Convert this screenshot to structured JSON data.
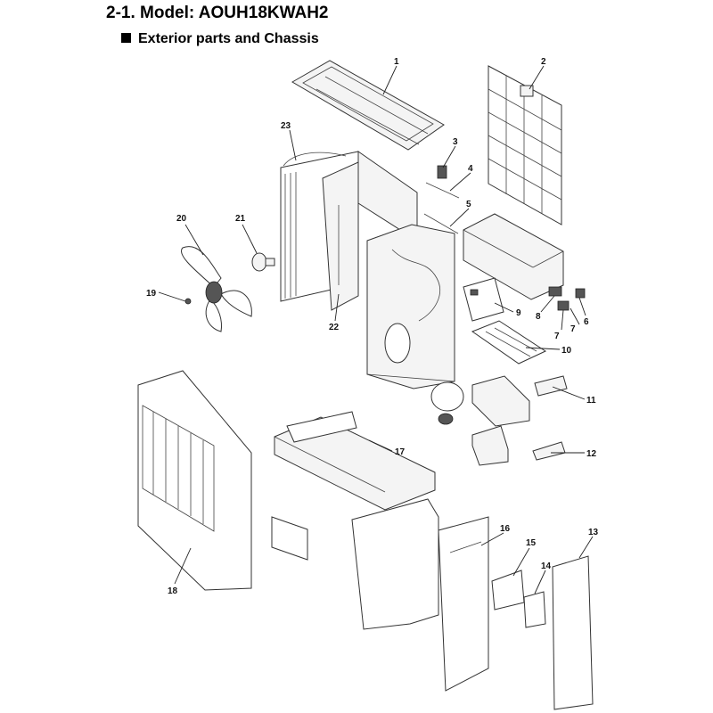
{
  "header": {
    "title": "2-1. Model: AOUH18KWAH2",
    "subtitle": "Exterior parts and Chassis"
  },
  "callouts": [
    "1",
    "2",
    "3",
    "4",
    "5",
    "6",
    "7",
    "7",
    "8",
    "9",
    "10",
    "11",
    "12",
    "13",
    "14",
    "15",
    "16",
    "17",
    "18",
    "19",
    "20",
    "21",
    "22",
    "23"
  ]
}
